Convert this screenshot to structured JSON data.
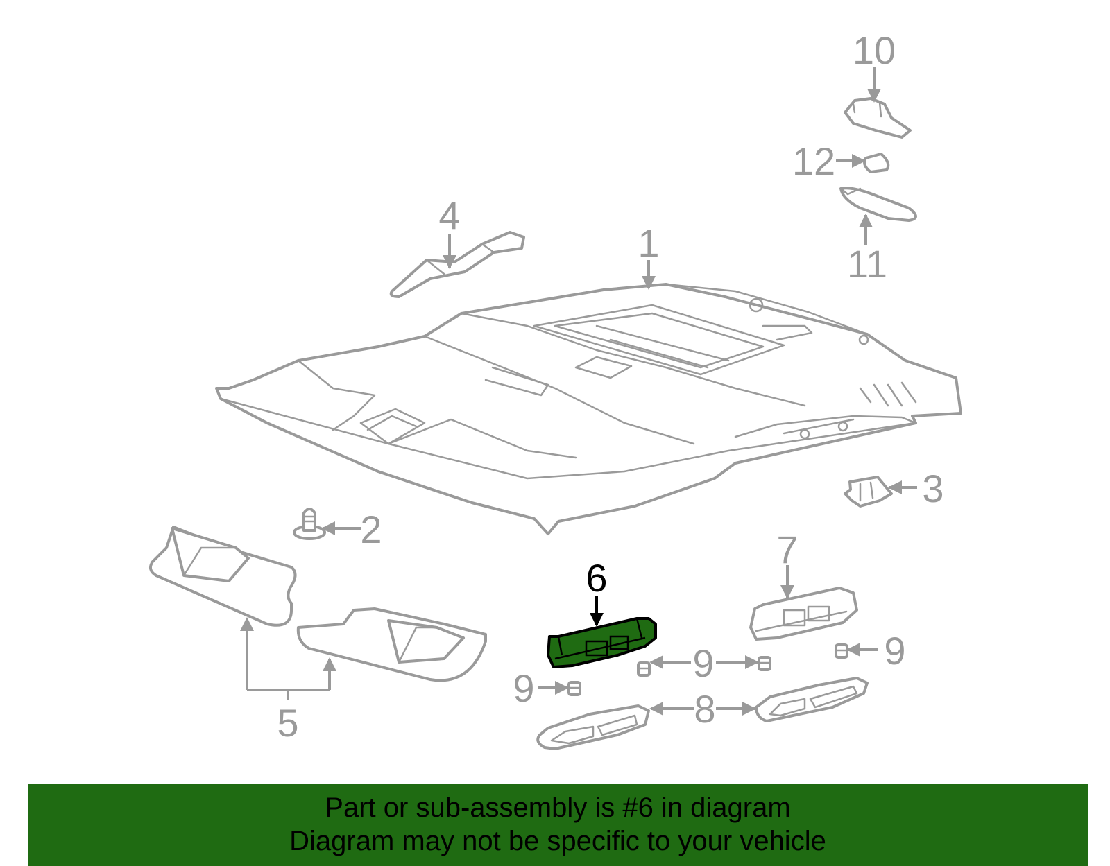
{
  "diagram": {
    "labels": {
      "l1": "1",
      "l2": "2",
      "l3": "3",
      "l4": "4",
      "l5": "5",
      "l6": "6",
      "l7": "7",
      "l8": "8",
      "l9a": "9",
      "l9b": "9",
      "l9c": "9",
      "l10": "10",
      "l11": "11",
      "l12": "12"
    },
    "highlight_color": "#1f6b12",
    "line_color": "#9a9a9a"
  },
  "banner": {
    "line1": "Part or sub-assembly is #6 in diagram",
    "line2": "Diagram may not be specific to your vehicle",
    "background": "#1f6b12"
  }
}
